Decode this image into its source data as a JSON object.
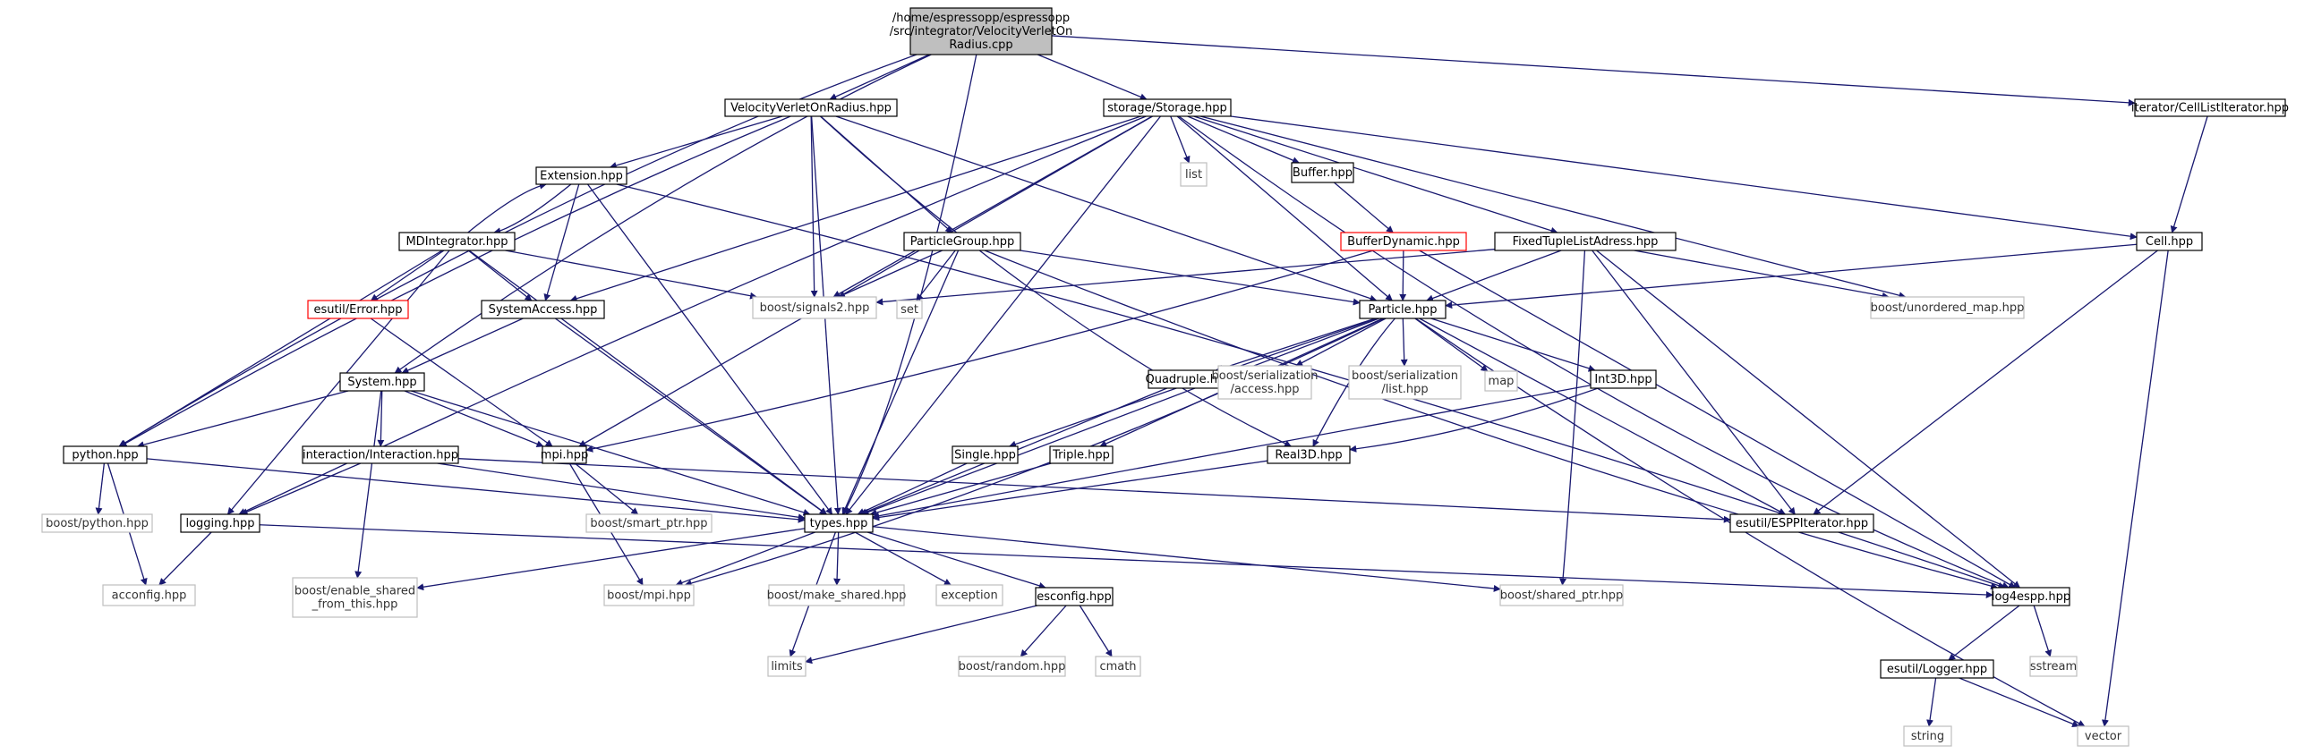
{
  "colors": {
    "edge": "#191970",
    "box_border": "#000000",
    "root_fill": "#bfbfbf",
    "external_border": "#bfbfbf",
    "truncated_border": "#ff0000"
  },
  "nodes": [
    {
      "id": "root",
      "kind": "root",
      "lines": [
        "/home/espressopp/espressopp",
        "/src/integrator/VelocityVerletOn",
        "Radius.cpp"
      ]
    },
    {
      "id": "vvor",
      "kind": "normal",
      "lines": [
        "VelocityVerletOnRadius.hpp"
      ]
    },
    {
      "id": "storage",
      "kind": "normal",
      "lines": [
        "storage/Storage.hpp"
      ]
    },
    {
      "id": "celliter",
      "kind": "normal",
      "lines": [
        "iterator/CellListIterator.hpp"
      ]
    },
    {
      "id": "extension",
      "kind": "normal",
      "lines": [
        "Extension.hpp"
      ]
    },
    {
      "id": "list",
      "kind": "external",
      "lines": [
        "list"
      ]
    },
    {
      "id": "buffer",
      "kind": "normal",
      "lines": [
        "Buffer.hpp"
      ]
    },
    {
      "id": "mdint",
      "kind": "normal",
      "lines": [
        "MDIntegrator.hpp"
      ]
    },
    {
      "id": "pgroup",
      "kind": "normal",
      "lines": [
        "ParticleGroup.hpp"
      ]
    },
    {
      "id": "bufdyn",
      "kind": "truncated",
      "lines": [
        "BufferDynamic.hpp"
      ]
    },
    {
      "id": "ftla",
      "kind": "normal",
      "lines": [
        "FixedTupleListAdress.hpp"
      ]
    },
    {
      "id": "cell",
      "kind": "normal",
      "lines": [
        "Cell.hpp"
      ]
    },
    {
      "id": "error",
      "kind": "truncated",
      "lines": [
        "esutil/Error.hpp"
      ]
    },
    {
      "id": "sysacc",
      "kind": "normal",
      "lines": [
        "SystemAccess.hpp"
      ]
    },
    {
      "id": "signals",
      "kind": "external",
      "lines": [
        "boost/signals2.hpp"
      ]
    },
    {
      "id": "set",
      "kind": "external",
      "lines": [
        "set"
      ]
    },
    {
      "id": "particle",
      "kind": "normal",
      "lines": [
        "Particle.hpp"
      ]
    },
    {
      "id": "umap",
      "kind": "external",
      "lines": [
        "boost/unordered_map.hpp"
      ]
    },
    {
      "id": "system",
      "kind": "normal",
      "lines": [
        "System.hpp"
      ]
    },
    {
      "id": "quadruple",
      "kind": "normal",
      "lines": [
        "Quadruple.hpp"
      ]
    },
    {
      "id": "bsa",
      "kind": "external",
      "lines": [
        "boost/serialization",
        "/access.hpp"
      ]
    },
    {
      "id": "bsl",
      "kind": "external",
      "lines": [
        "boost/serialization",
        "/list.hpp"
      ]
    },
    {
      "id": "map",
      "kind": "external",
      "lines": [
        "map"
      ]
    },
    {
      "id": "int3d",
      "kind": "normal",
      "lines": [
        "Int3D.hpp"
      ]
    },
    {
      "id": "python",
      "kind": "normal",
      "lines": [
        "python.hpp"
      ]
    },
    {
      "id": "interaction",
      "kind": "normal",
      "lines": [
        "interaction/Interaction.hpp"
      ]
    },
    {
      "id": "mpi",
      "kind": "normal",
      "lines": [
        "mpi.hpp"
      ]
    },
    {
      "id": "single",
      "kind": "normal",
      "lines": [
        "Single.hpp"
      ]
    },
    {
      "id": "triple",
      "kind": "normal",
      "lines": [
        "Triple.hpp"
      ]
    },
    {
      "id": "real3d",
      "kind": "normal",
      "lines": [
        "Real3D.hpp"
      ]
    },
    {
      "id": "bpython",
      "kind": "external",
      "lines": [
        "boost/python.hpp"
      ]
    },
    {
      "id": "logging",
      "kind": "normal",
      "lines": [
        "logging.hpp"
      ]
    },
    {
      "id": "bsmart",
      "kind": "external",
      "lines": [
        "boost/smart_ptr.hpp"
      ]
    },
    {
      "id": "types",
      "kind": "normal",
      "lines": [
        "types.hpp"
      ]
    },
    {
      "id": "esppiter",
      "kind": "normal",
      "lines": [
        "esutil/ESPPIterator.hpp"
      ]
    },
    {
      "id": "acconfig",
      "kind": "external",
      "lines": [
        "acconfig.hpp"
      ]
    },
    {
      "id": "benable",
      "kind": "external",
      "lines": [
        "boost/enable_shared",
        "_from_this.hpp"
      ]
    },
    {
      "id": "bmpi",
      "kind": "external",
      "lines": [
        "boost/mpi.hpp"
      ]
    },
    {
      "id": "bmake",
      "kind": "external",
      "lines": [
        "boost/make_shared.hpp"
      ]
    },
    {
      "id": "exception",
      "kind": "external",
      "lines": [
        "exception"
      ]
    },
    {
      "id": "esconfig",
      "kind": "normal",
      "lines": [
        "esconfig.hpp"
      ]
    },
    {
      "id": "bshared",
      "kind": "external",
      "lines": [
        "boost/shared_ptr.hpp"
      ]
    },
    {
      "id": "log4espp",
      "kind": "normal",
      "lines": [
        "log4espp.hpp"
      ]
    },
    {
      "id": "limits",
      "kind": "external",
      "lines": [
        "limits"
      ]
    },
    {
      "id": "brandom",
      "kind": "external",
      "lines": [
        "boost/random.hpp"
      ]
    },
    {
      "id": "cmath",
      "kind": "external",
      "lines": [
        "cmath"
      ]
    },
    {
      "id": "logger",
      "kind": "normal",
      "lines": [
        "esutil/Logger.hpp"
      ]
    },
    {
      "id": "sstream",
      "kind": "external",
      "lines": [
        "sstream"
      ]
    },
    {
      "id": "string",
      "kind": "external",
      "lines": [
        "string"
      ]
    },
    {
      "id": "vector",
      "kind": "external",
      "lines": [
        "vector"
      ]
    }
  ],
  "edges": [
    [
      "root",
      "vvor"
    ],
    [
      "root",
      "storage"
    ],
    [
      "root",
      "celliter"
    ],
    [
      "root",
      "python"
    ],
    [
      "root",
      "system"
    ],
    [
      "root",
      "types"
    ],
    [
      "vvor",
      "extension"
    ],
    [
      "vvor",
      "pgroup"
    ],
    [
      "vvor",
      "signals"
    ],
    [
      "vvor",
      "types"
    ],
    [
      "vvor",
      "particle"
    ],
    [
      "vvor",
      "python"
    ],
    [
      "vvor",
      "real3d"
    ],
    [
      "storage",
      "list"
    ],
    [
      "storage",
      "buffer"
    ],
    [
      "storage",
      "ftla"
    ],
    [
      "storage",
      "cell"
    ],
    [
      "storage",
      "umap"
    ],
    [
      "storage",
      "types"
    ],
    [
      "storage",
      "mpi"
    ],
    [
      "storage",
      "signals"
    ],
    [
      "storage",
      "logging"
    ],
    [
      "storage",
      "sysacc"
    ],
    [
      "storage",
      "log4espp"
    ],
    [
      "storage",
      "particle"
    ],
    [
      "celliter",
      "cell"
    ],
    [
      "extension",
      "mdint"
    ],
    [
      "extension",
      "sysacc"
    ],
    [
      "extension",
      "types"
    ],
    [
      "extension",
      "log4espp"
    ],
    [
      "mdint",
      "extension"
    ],
    [
      "mdint",
      "error"
    ],
    [
      "mdint",
      "sysacc"
    ],
    [
      "mdint",
      "signals"
    ],
    [
      "mdint",
      "python"
    ],
    [
      "mdint",
      "logging"
    ],
    [
      "mdint",
      "types"
    ],
    [
      "buffer",
      "bufdyn"
    ],
    [
      "bufdyn",
      "particle"
    ],
    [
      "bufdyn",
      "mpi"
    ],
    [
      "bufdyn",
      "log4espp"
    ],
    [
      "pgroup",
      "signals"
    ],
    [
      "pgroup",
      "set"
    ],
    [
      "pgroup",
      "particle"
    ],
    [
      "pgroup",
      "types"
    ],
    [
      "pgroup",
      "log4espp"
    ],
    [
      "ftla",
      "particle"
    ],
    [
      "ftla",
      "signals"
    ],
    [
      "ftla",
      "umap"
    ],
    [
      "ftla",
      "esppiter"
    ],
    [
      "ftla",
      "log4espp"
    ],
    [
      "ftla",
      "bshared"
    ],
    [
      "cell",
      "particle"
    ],
    [
      "cell",
      "esppiter"
    ],
    [
      "cell",
      "vector"
    ],
    [
      "error",
      "mpi"
    ],
    [
      "sysacc",
      "system"
    ],
    [
      "sysacc",
      "types"
    ],
    [
      "system",
      "python"
    ],
    [
      "system",
      "interaction"
    ],
    [
      "system",
      "mpi"
    ],
    [
      "system",
      "types"
    ],
    [
      "system",
      "benable"
    ],
    [
      "particle",
      "quadruple"
    ],
    [
      "particle",
      "bsa"
    ],
    [
      "particle",
      "bsl"
    ],
    [
      "particle",
      "map"
    ],
    [
      "particle",
      "int3d"
    ],
    [
      "particle",
      "single"
    ],
    [
      "particle",
      "triple"
    ],
    [
      "particle",
      "real3d"
    ],
    [
      "particle",
      "types"
    ],
    [
      "particle",
      "esppiter"
    ],
    [
      "particle",
      "bmpi"
    ],
    [
      "particle",
      "vector"
    ],
    [
      "quadruple",
      "types"
    ],
    [
      "single",
      "types"
    ],
    [
      "triple",
      "types"
    ],
    [
      "real3d",
      "types"
    ],
    [
      "int3d",
      "types"
    ],
    [
      "int3d",
      "real3d"
    ],
    [
      "python",
      "bpython"
    ],
    [
      "python",
      "acconfig"
    ],
    [
      "python",
      "types"
    ],
    [
      "interaction",
      "types"
    ],
    [
      "interaction",
      "logging"
    ],
    [
      "interaction",
      "esppiter"
    ],
    [
      "mpi",
      "bsmart"
    ],
    [
      "mpi",
      "bmpi"
    ],
    [
      "logging",
      "acconfig"
    ],
    [
      "logging",
      "log4espp"
    ],
    [
      "types",
      "benable"
    ],
    [
      "types",
      "bmpi"
    ],
    [
      "types",
      "bmake"
    ],
    [
      "types",
      "exception"
    ],
    [
      "types",
      "esconfig"
    ],
    [
      "types",
      "bshared"
    ],
    [
      "types",
      "limits"
    ],
    [
      "esconfig",
      "limits"
    ],
    [
      "esconfig",
      "brandom"
    ],
    [
      "esconfig",
      "cmath"
    ],
    [
      "log4espp",
      "logger"
    ],
    [
      "log4espp",
      "sstream"
    ],
    [
      "logger",
      "string"
    ],
    [
      "logger",
      "vector"
    ]
  ]
}
